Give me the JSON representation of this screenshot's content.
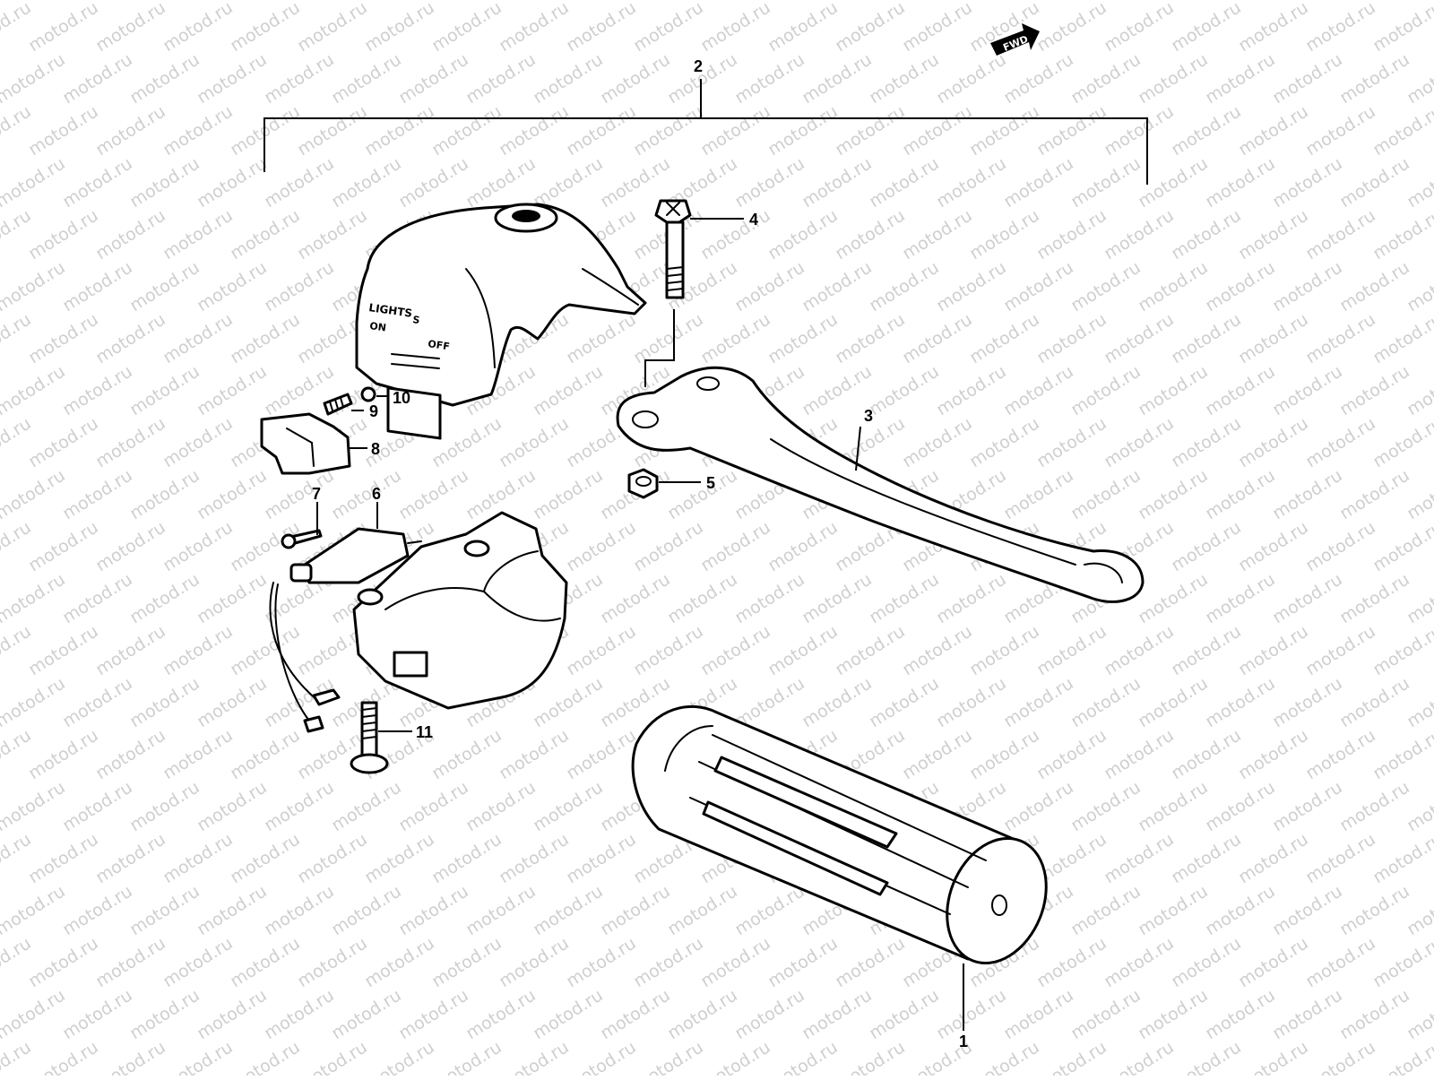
{
  "watermark": "motod.ru",
  "direction_badge": "FWD",
  "switch_housing": {
    "title": "LIGHTS",
    "positions": [
      "ON",
      "S",
      "OFF"
    ]
  },
  "callouts": [
    {
      "id": "grip",
      "label": "1"
    },
    {
      "id": "lever-assembly",
      "label": "2"
    },
    {
      "id": "lever",
      "label": "3"
    },
    {
      "id": "lever-bolt",
      "label": "4"
    },
    {
      "id": "lever-nut",
      "label": "5"
    },
    {
      "id": "switch",
      "label": "6"
    },
    {
      "id": "switch-screw",
      "label": "7"
    },
    {
      "id": "switch-knob",
      "label": "8"
    },
    {
      "id": "spring",
      "label": "9"
    },
    {
      "id": "ball",
      "label": "10"
    },
    {
      "id": "housing-screw",
      "label": "11"
    }
  ],
  "colors": {
    "line": "#000000",
    "background": "#ffffff",
    "watermark": "#cfcfcf"
  }
}
